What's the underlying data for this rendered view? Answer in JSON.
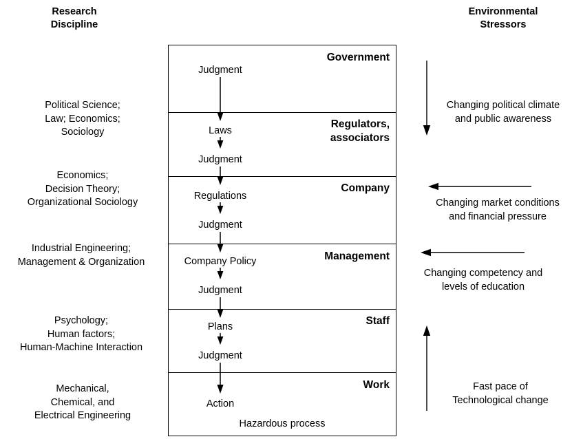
{
  "columns": {
    "left_heading": "Research\nDiscipline",
    "right_heading": "Environmental\nStressors"
  },
  "research_disciplines": [
    {
      "id": "government-regulators",
      "text": "Political Science;\nLaw; Economics;\nSociology"
    },
    {
      "id": "company",
      "text": "Economics;\nDecision Theory;\nOrganizational Sociology"
    },
    {
      "id": "management",
      "text": "Industrial Engineering;\nManagement & Organization"
    },
    {
      "id": "staff",
      "text": "Psychology;\nHuman factors;\nHuman-Machine Interaction"
    },
    {
      "id": "work",
      "text": "Mechanical,\nChemical, and\nElectrical Engineering"
    }
  ],
  "levels": [
    {
      "id": "government",
      "title": "Government"
    },
    {
      "id": "regulators",
      "title": "Regulators,\nassociators"
    },
    {
      "id": "company",
      "title": "Company"
    },
    {
      "id": "management",
      "title": "Management"
    },
    {
      "id": "staff",
      "title": "Staff"
    },
    {
      "id": "work",
      "title": "Work"
    }
  ],
  "flow_labels": [
    {
      "id": "judgment-government",
      "text": "Judgment"
    },
    {
      "id": "laws",
      "text": "Laws"
    },
    {
      "id": "judgment-regulators",
      "text": "Judgment"
    },
    {
      "id": "regulations",
      "text": "Regulations"
    },
    {
      "id": "judgment-company",
      "text": "Judgment"
    },
    {
      "id": "company-policy",
      "text": "Company Policy"
    },
    {
      "id": "judgment-management",
      "text": "Judgment"
    },
    {
      "id": "plans",
      "text": "Plans"
    },
    {
      "id": "judgment-staff",
      "text": "Judgment"
    },
    {
      "id": "action",
      "text": "Action"
    },
    {
      "id": "hazardous-process",
      "text": "Hazardous process"
    }
  ],
  "stressors": [
    {
      "id": "political-climate",
      "text": "Changing political climate\nand public awareness",
      "arrow": "down-arrow"
    },
    {
      "id": "market-conditions",
      "text": "Changing market conditions\nand financial pressure",
      "arrow": "left-arrow"
    },
    {
      "id": "competency",
      "text": "Changing competency and\nlevels of education",
      "arrow": "left-arrow"
    },
    {
      "id": "technological-change",
      "text": "Fast pace of\nTechnological change",
      "arrow": "up-arrow"
    }
  ],
  "colors": {
    "ink": "#000000",
    "background": "#ffffff"
  }
}
